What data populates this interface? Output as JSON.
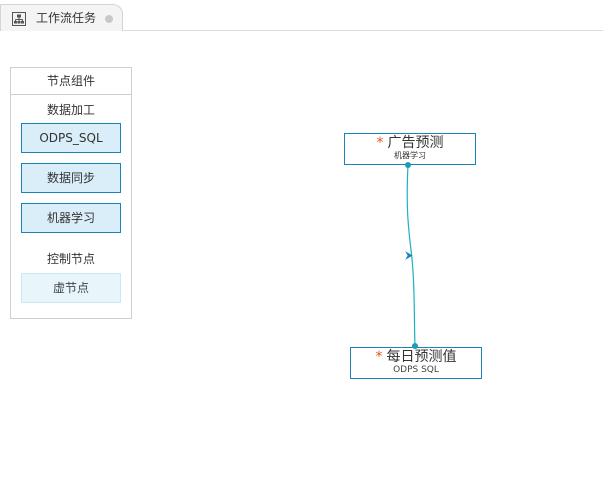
{
  "tab": {
    "title": "工作流任务",
    "icon": "workflow-icon"
  },
  "palette": {
    "title": "节点组件",
    "groups": [
      {
        "label": "数据加工",
        "items": [
          "ODPS_SQL",
          "数据同步",
          "机器学习"
        ]
      },
      {
        "label": "控制节点",
        "items": [
          "虚节点"
        ]
      }
    ]
  },
  "nodes": [
    {
      "title": "广告预测",
      "required_mark": "*",
      "type": "机器学习"
    },
    {
      "title": "每日预测值",
      "required_mark": "*",
      "type": "ODPS SQL"
    }
  ],
  "colors": {
    "accent_border": "#1a84b8",
    "node_fill_solid": "#d9eef9",
    "node_fill_light": "#e8f6fc",
    "edge": "#1ab0c8",
    "required": "#e8541e"
  }
}
